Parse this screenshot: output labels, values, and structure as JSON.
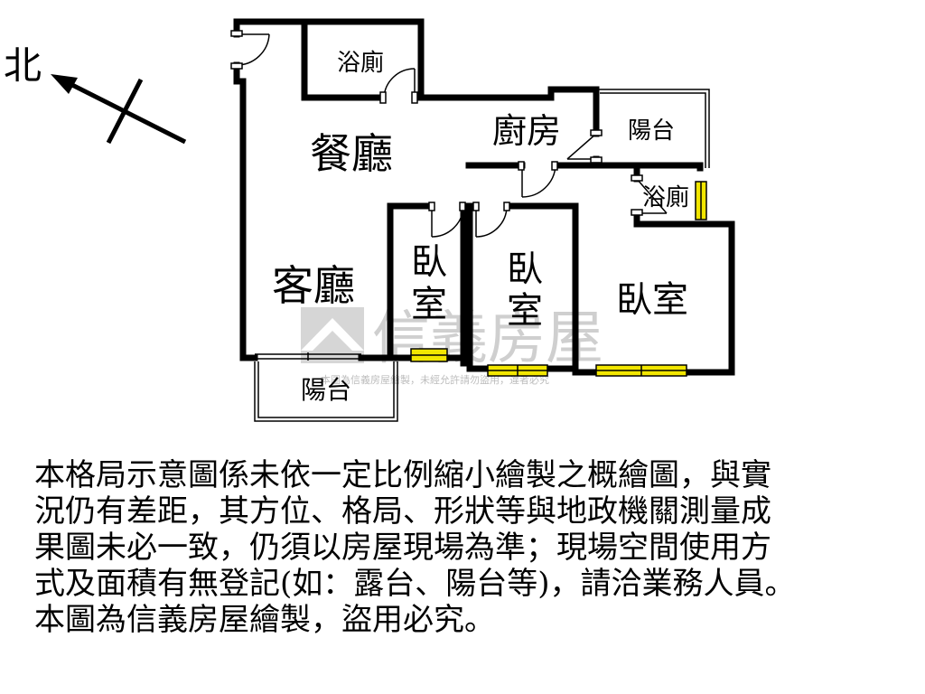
{
  "compass": {
    "north_label": "北"
  },
  "rooms": {
    "bathroom_1": "浴廁",
    "dining": "餐廳",
    "kitchen": "廚房",
    "balcony_1": "陽台",
    "bathroom_2": "浴廁",
    "living": "客廳",
    "bedroom_1_line1": "臥",
    "bedroom_1_line2": "室",
    "bedroom_2_line1": "臥",
    "bedroom_2_line2": "室",
    "bedroom_3": "臥室",
    "balcony_2": "陽台"
  },
  "watermark": {
    "brand": "信義房屋",
    "notice": "本圖為信義房屋繪製，未經允許請勿盜用，違者必究"
  },
  "disclaimer": [
    "本格局示意圖係未依一定比例縮小繪製之概繪圖，與實",
    "況仍有差距，其方位、格局、形狀等與地政機關測量成",
    "果圖未必一致，仍須以房屋現場為準；現場空間使用方",
    "式及面積有無登記(如：露台、陽台等)，請洽業務人員。",
    "本圖為信義房屋繪製，盜用必究。"
  ],
  "colors": {
    "wall": "#000000",
    "window": "#f2e600",
    "watermark": "#cfcfcf"
  }
}
